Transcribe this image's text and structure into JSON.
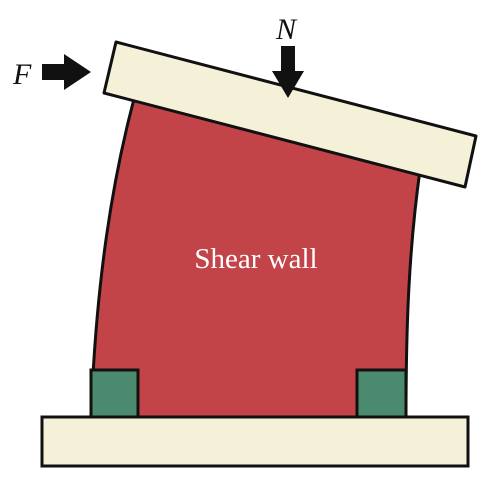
{
  "diagram": {
    "wall_label": "Shear wall",
    "horizontal_force_label": "F",
    "vertical_force_label": "N"
  },
  "colors": {
    "wall": "#c24448",
    "slab": "#f5f1d9",
    "foot_block": "#4b8a6e",
    "outline": "#111111",
    "arrow": "#111111"
  }
}
